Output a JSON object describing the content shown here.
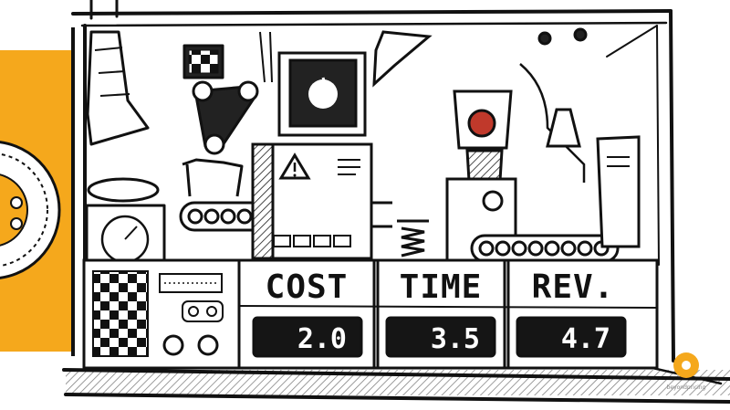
{
  "panel": {
    "cost": {
      "label": "COST",
      "value": "2.0"
    },
    "time": {
      "label": "TIME",
      "value": "3.5"
    },
    "rev": {
      "label": "REV.",
      "value": "4.7"
    }
  },
  "watermark": {
    "text": "beyondpricing"
  },
  "colors": {
    "accent": "#f5a81c",
    "ink": "#111111",
    "screen": "#151515"
  },
  "icons": [
    "warning-icon",
    "apple-icon",
    "gear-wheel",
    "watermark-logo-icon"
  ]
}
